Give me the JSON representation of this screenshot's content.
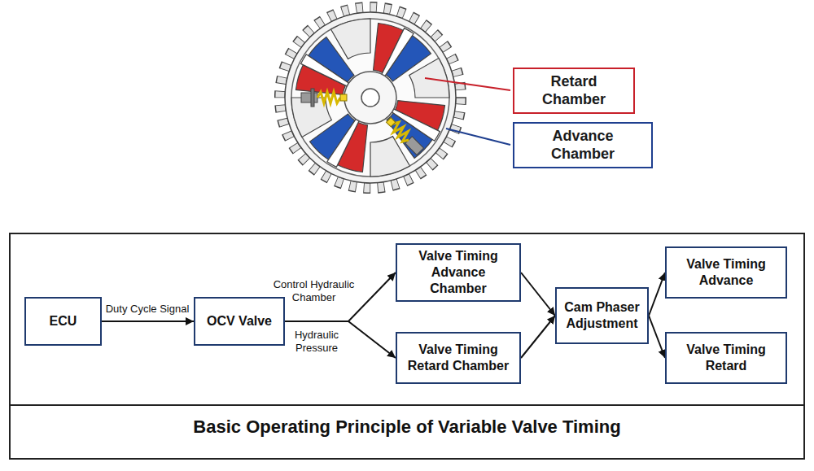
{
  "diagram": {
    "title": "Basic Operating Principle of Variable Valve Timing",
    "nodes": [
      {
        "text": [
          "Retard Chamber"
        ]
      },
      {
        "text": [
          "Advance Chamber"
        ]
      },
      {
        "text": [
          "ECU"
        ]
      },
      {
        "text": [
          "OCV Valve"
        ]
      },
      {
        "text": [
          "Valve Timing Advance Chamber"
        ]
      },
      {
        "text": [
          "Valve Timing Retard Chamber"
        ]
      },
      {
        "text": [
          "Cam Phaser Adjustment"
        ]
      },
      {
        "text": [
          "Valve Timing Advance"
        ]
      },
      {
        "text": [
          "Valve Timing Retard"
        ]
      }
    ],
    "edges": [
      {
        "from": 2,
        "to": 3,
        "arrow": "to",
        "label": "Duty Cycle Signal"
      },
      {
        "from": 3,
        "to": 4,
        "arrow": "to",
        "label": "Control Hydraulic Chamber"
      },
      {
        "from": 3,
        "to": 5,
        "arrow": "to",
        "label": "Hydraulic Pressure"
      },
      {
        "from": 4,
        "to": 6,
        "arrow": "to"
      },
      {
        "from": 5,
        "to": 6,
        "arrow": "to"
      },
      {
        "from": 6,
        "to": 7,
        "arrow": "to"
      },
      {
        "from": 6,
        "to": 8,
        "arrow": "to"
      }
    ]
  }
}
